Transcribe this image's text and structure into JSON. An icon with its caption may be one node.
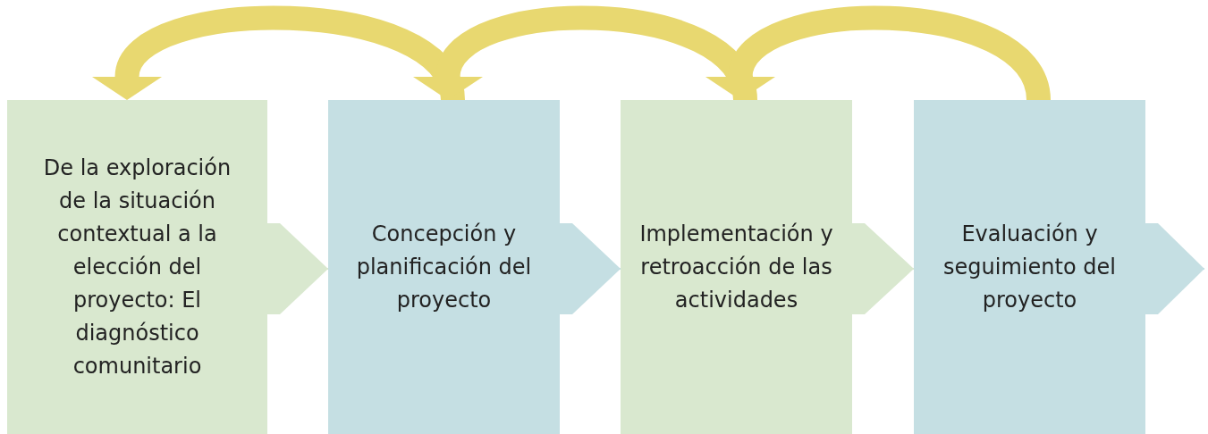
{
  "diagram": {
    "nodes": [
      {
        "text": [
          "De la exploración de la situación contextual a la elección del proyecto: El diagnóstico comunitario"
        ]
      },
      {
        "text": [
          "Concepción y planificación del proyecto"
        ]
      },
      {
        "text": [
          "Implementación y retroacción de las actividades"
        ]
      },
      {
        "text": [
          "Evaluación y seguimiento del proyecto"
        ]
      }
    ],
    "edges": [
      {
        "from": 0,
        "to": 1,
        "arrow": "to",
        "color": "#d9e8cf"
      },
      {
        "from": 1,
        "to": 2,
        "arrow": "to",
        "color": "#c5dfe3"
      },
      {
        "from": 2,
        "to": 3,
        "arrow": "to",
        "color": "#d9e8cf"
      },
      {
        "from": 3,
        "to": null,
        "arrow": "to",
        "color": "#c5dfe3"
      },
      {
        "from": 1,
        "to": 0,
        "arrow": "to",
        "style": "thick",
        "color": "#e8d870"
      },
      {
        "from": 2,
        "to": 1,
        "arrow": "to",
        "style": "thick",
        "color": "#e8d870"
      },
      {
        "from": 3,
        "to": 2,
        "arrow": "to",
        "style": "thick",
        "color": "#e8d870"
      }
    ]
  }
}
